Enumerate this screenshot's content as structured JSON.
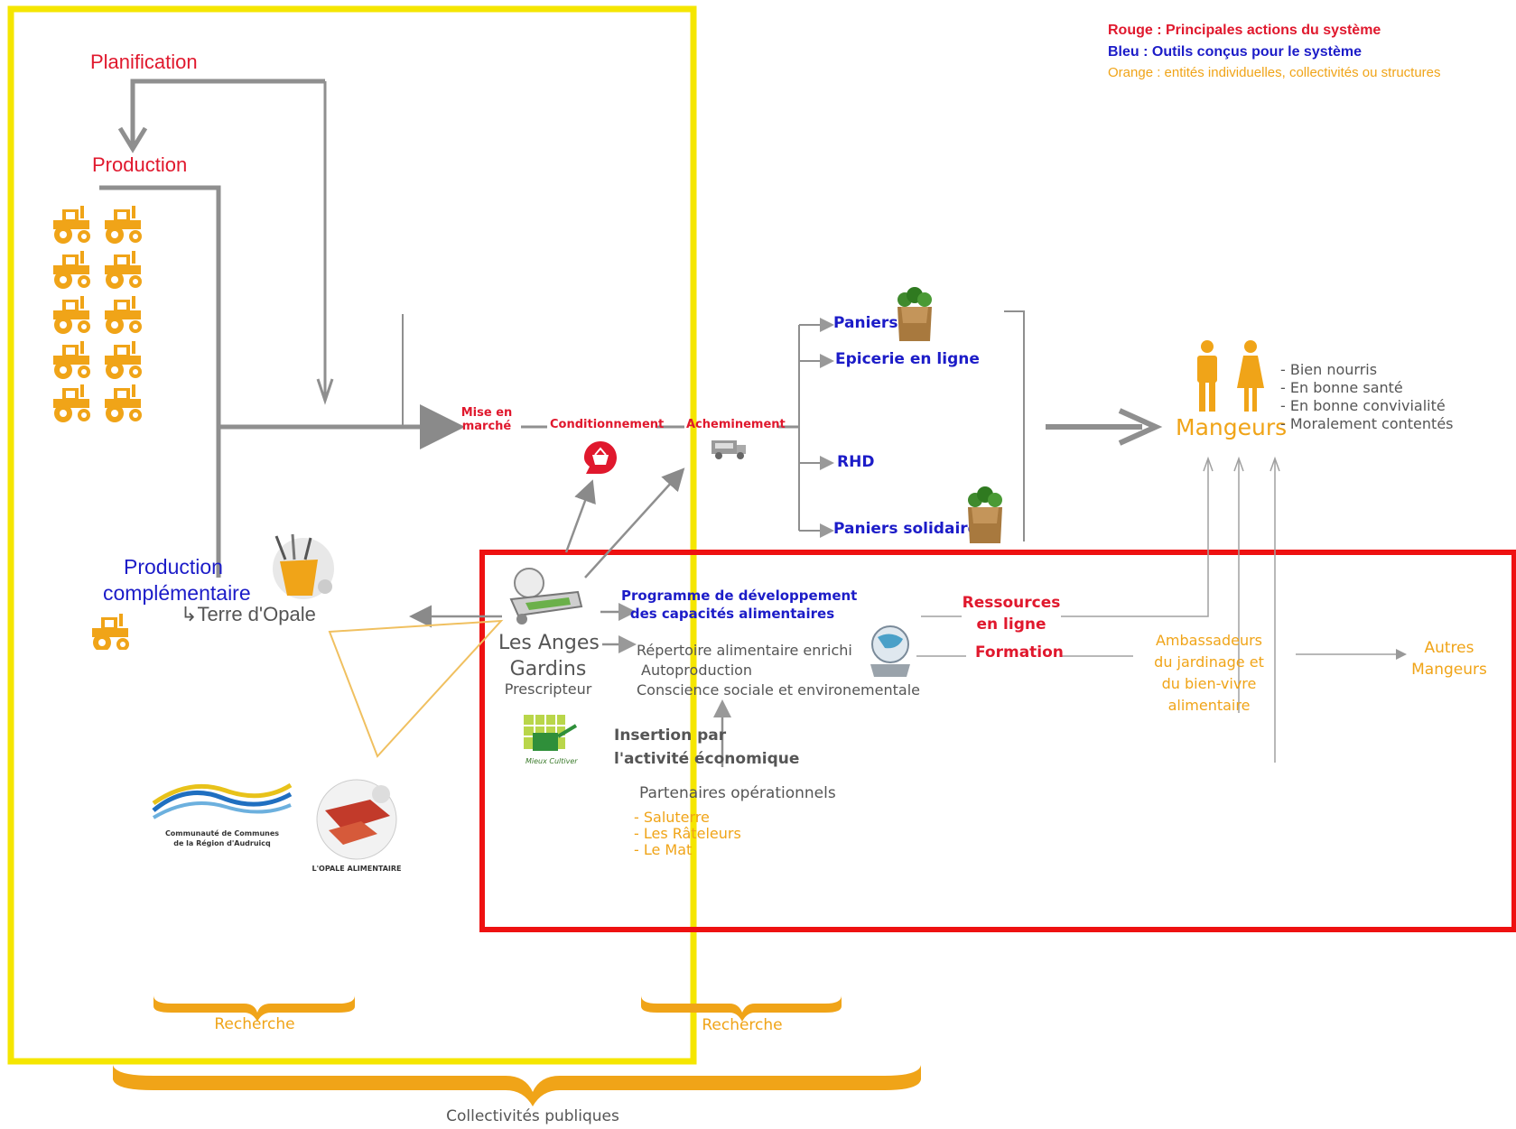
{
  "legend": {
    "red": "Rouge : Principales actions du système",
    "blue": "Bleu : Outils conçus pour le système",
    "orange": "Orange : entités individuelles, collectivités ou structures"
  },
  "colors": {
    "red": "#e0182d",
    "blue": "#1c1cc8",
    "orange": "#f0a418",
    "gray": "#8a8a8a",
    "yellow": "#f5e600"
  },
  "planning": {
    "planification": "Planification",
    "production": "Production"
  },
  "chain": {
    "mise_en_marche": [
      "Mise en",
      "marché"
    ],
    "conditionnement": "Conditionnement",
    "acheminement": "Acheminement"
  },
  "distribution": {
    "paniers": "Paniers",
    "epicerie": "Epicerie en ligne",
    "rhd": "RHD",
    "paniers_solidaires": "Paniers solidaires"
  },
  "mangeurs": {
    "label": "Mangeurs",
    "benefits": [
      "- Bien nourris",
      "- En bonne santé",
      "- En bonne convivialité",
      "- Moralement contentés"
    ]
  },
  "production_comp": {
    "line1": "Production",
    "line2": "complémentaire",
    "terre": "Terre d'Opale"
  },
  "anges": {
    "line1": "Les Anges",
    "line2": "Gardins",
    "role": "Prescripteur"
  },
  "programme": {
    "line1": "Programme de développement",
    "line2": "des capacités alimentaires"
  },
  "repertoire": [
    "Répertoire alimentaire enrichi",
    "Autoproduction",
    "Conscience sociale et environementale"
  ],
  "ressources": {
    "line1": "Ressources",
    "line2": "en ligne",
    "formation": "Formation"
  },
  "ambassadeurs": [
    "Ambassadeurs",
    "du jardinage et",
    "du bien-vivre",
    "alimentaire"
  ],
  "autres": [
    "Autres",
    "Mangeurs"
  ],
  "insertion": {
    "line1": "Insertion par",
    "line2": "l'activité économique"
  },
  "partenaires": {
    "title": "Partenaires opérationnels",
    "items": [
      "- Saluterre",
      "- Les Râteleurs",
      "- Le Mat"
    ]
  },
  "logos": {
    "ccra": [
      "Communauté de Communes",
      "de la Région d'Audruicq"
    ],
    "opale": "L'OPALE ALIMENTAIRE",
    "jardin_caption": "Mieux Cultiver"
  },
  "recherche": [
    "Recherche",
    "Recherche"
  ],
  "collectivites": "Collectivités publiques",
  "icons": [
    "tractor-icon",
    "basket-icon",
    "delivery-van-icon",
    "vegetable-bag-icon",
    "man-icon",
    "woman-icon",
    "vegetable-basket-icon",
    "wheelbarrow-icon",
    "watering-can-icon",
    "globe-hand-icon",
    "ccra-logo",
    "opale-logo"
  ]
}
